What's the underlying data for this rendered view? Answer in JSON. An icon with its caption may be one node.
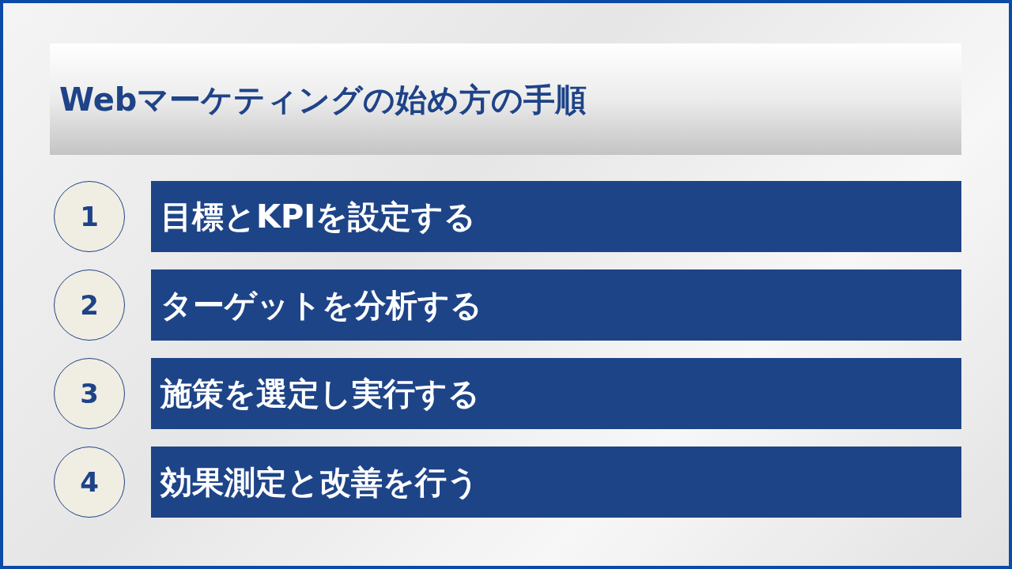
{
  "diagram": {
    "title": "Webマーケティングの始め方の手順",
    "nodes": [
      {
        "text": [
          "1"
        ]
      },
      {
        "text": [
          "目標とKPIを設定する"
        ]
      },
      {
        "text": [
          "2"
        ]
      },
      {
        "text": [
          "ターゲットを分析する"
        ]
      },
      {
        "text": [
          "3"
        ]
      },
      {
        "text": [
          "施策を選定し実行する"
        ]
      },
      {
        "text": [
          "4"
        ]
      },
      {
        "text": [
          "効果測定と改善を行う"
        ]
      }
    ],
    "edges": []
  }
}
